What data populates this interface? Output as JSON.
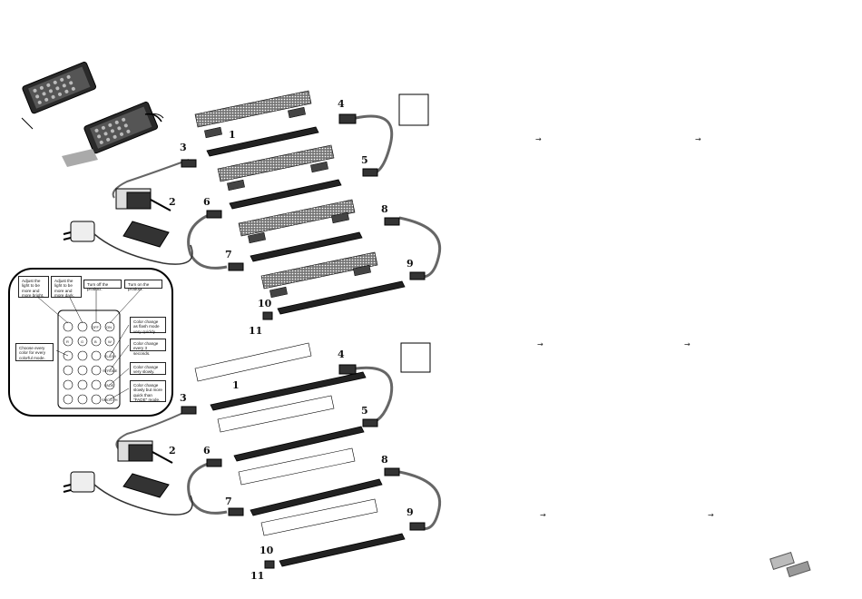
{
  "remote_panel": {
    "notes": {
      "brighter": "Adjust the light to be more and more bright.",
      "darker": "Adjust the light to be more and more dark.",
      "off": "Turn off the product.",
      "on": "Turn on the product.",
      "flash": "Color change as flash mode very quickly.",
      "strobe": "Color change every 3 seconds.",
      "fade": "Color change very slowly.",
      "smooth": "Color change slowly but more quick than \"FADE\" mode.",
      "colors": "Choose every color for every colorful mode."
    },
    "keys": {
      "off": "OFF",
      "on": "ON",
      "r": "R",
      "g": "G",
      "b": "B",
      "w": "W",
      "flash": "FLASH",
      "strobe": "STROBE",
      "fade": "FADE",
      "smooth": "SMOOTH"
    }
  },
  "assembly_top": {
    "steps": [
      "1",
      "2",
      "3",
      "4",
      "5",
      "6",
      "7",
      "8",
      "9",
      "10",
      "11"
    ]
  },
  "assembly_bottom": {
    "steps": [
      "1",
      "2",
      "3",
      "4",
      "5",
      "6",
      "7",
      "8",
      "9",
      "10",
      "11"
    ]
  },
  "arrows": [
    "→",
    "→",
    "→",
    "→",
    "→",
    "→"
  ]
}
